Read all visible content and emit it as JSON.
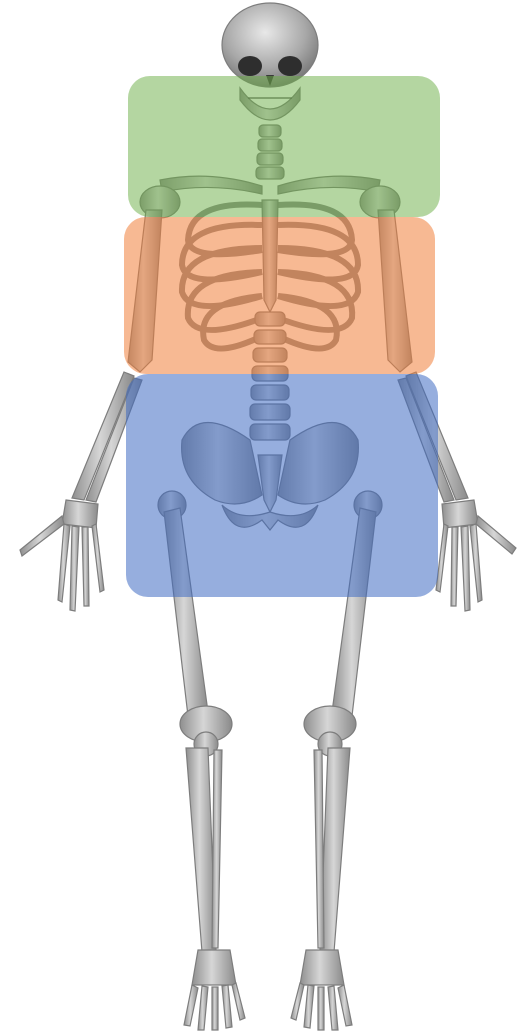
{
  "figure": {
    "subject": "skeleton-front-view",
    "bone_color": "#b9b9b9",
    "bone_outline_color": "#7d7d7d"
  },
  "regions": [
    {
      "id": "upper",
      "color": "#6aad44",
      "opacity": 0.5
    },
    {
      "id": "middle",
      "color": "#f07f3a",
      "opacity": 0.55
    },
    {
      "id": "lower",
      "color": "#3f6bc2",
      "opacity": 0.55
    }
  ]
}
